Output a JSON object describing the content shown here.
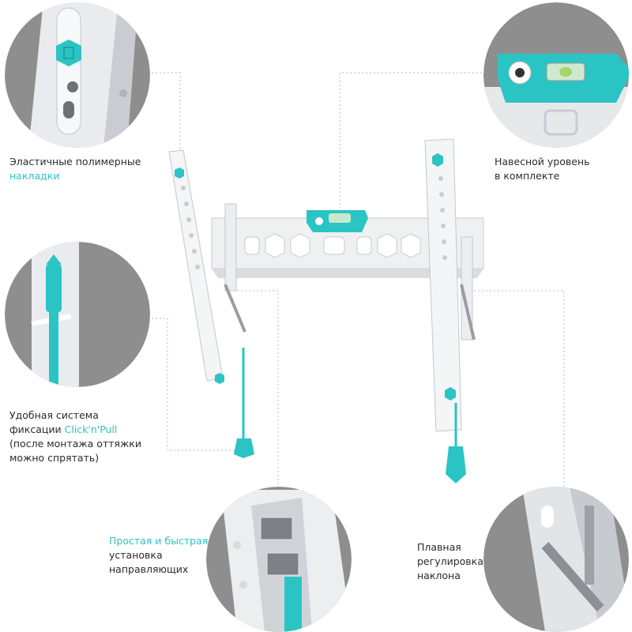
{
  "colors": {
    "accent": "#2bc4c4",
    "circle_bg": "#8e8e8e",
    "bracket": "#eef0f2",
    "text": "#2b2b2b"
  },
  "features": {
    "pads": {
      "line1": "Эластичные полимерные",
      "line2_accent": "накладки"
    },
    "level": {
      "line1": "Навесной уровень",
      "line2": "в комплекте"
    },
    "clicknpull": {
      "line1": "Удобная система",
      "line2_prefix": "фиксации ",
      "line2_accent": "Click'n'Pull",
      "line3": "(после монтажа оттяжки",
      "line4": "можно спрятать)"
    },
    "rails": {
      "line1_accent": "Простая и быстрая",
      "line2": "установка",
      "line3": "направляющих"
    },
    "tilt": {
      "line1": "Плавная",
      "line2": "регулировка",
      "line3": "наклона"
    }
  }
}
